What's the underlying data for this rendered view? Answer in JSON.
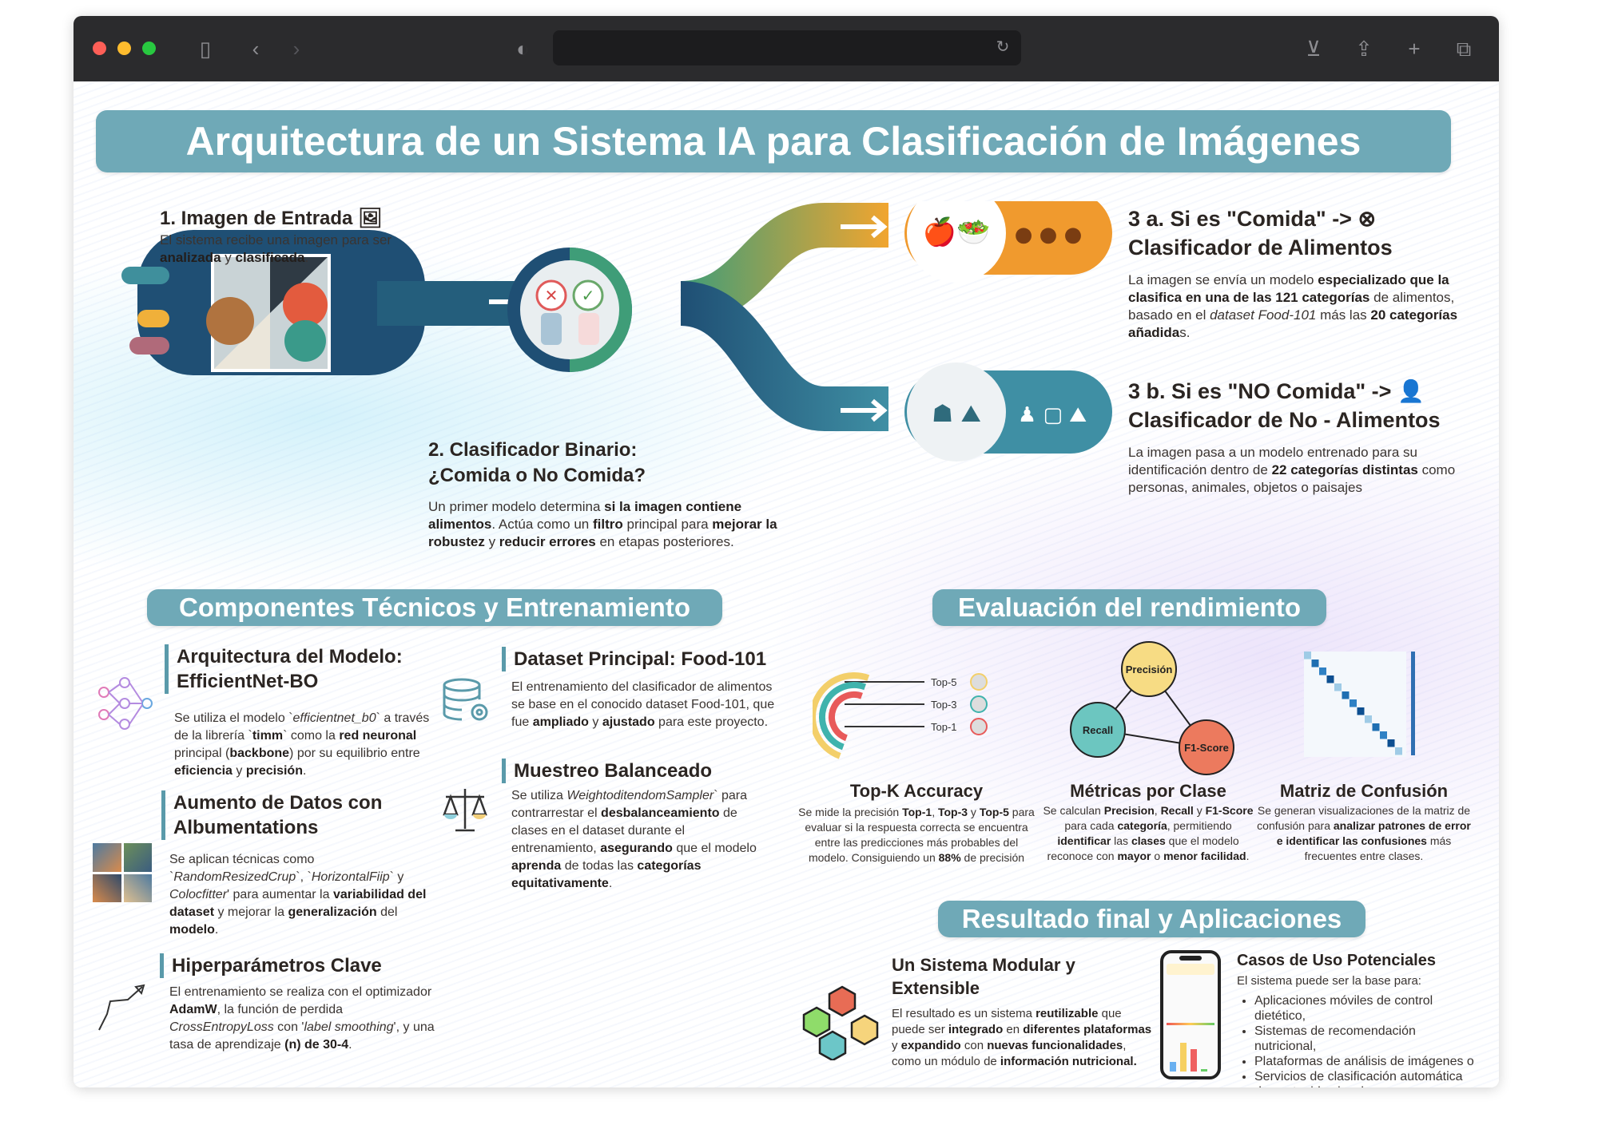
{
  "title": "Arquitectura de un Sistema IA para Clasificación de Imágenes",
  "browser": {
    "icons": [
      "sidebar-icon",
      "back-icon",
      "forward-icon",
      "shield-icon",
      "reload-icon",
      "download-icon",
      "share-icon",
      "new-tab-icon",
      "tabs-icon"
    ]
  },
  "step1": {
    "title": "1. Imagen de Entrada",
    "icon": "image-icon",
    "desc": [
      {
        "t": "El sistema recibe una imagen para ser "
      },
      {
        "t": "analizada",
        "b": 1
      },
      {
        "t": " y "
      },
      {
        "t": "clasificada",
        "b": 1
      },
      {
        "t": "."
      }
    ]
  },
  "step2": {
    "title1": "2. Clasificador Binario:",
    "title2": "¿Comida o No Comida?",
    "desc": [
      {
        "t": "Un primer modelo determina "
      },
      {
        "t": "si la imagen contiene alimentos",
        "b": 1
      },
      {
        "t": ". Actúa como un "
      },
      {
        "t": "filtro",
        "b": 1
      },
      {
        "t": " principal para "
      },
      {
        "t": "mejorar la robustez",
        "b": 1
      },
      {
        "t": " y "
      },
      {
        "t": "reducir errores",
        "b": 1
      },
      {
        "t": " en etapas posteriores."
      }
    ]
  },
  "step3a": {
    "title1": "3 a.  Si es \"Comida\" ->",
    "title2": "Clasificador de Alimentos",
    "icon": "utensils-icon",
    "desc": [
      {
        "t": "La imagen se envía un modelo "
      },
      {
        "t": "especializado que la clasifica en una de las 121 categorías",
        "b": 1
      },
      {
        "t": " de alimentos, basado en el "
      },
      {
        "t": "dataset Food-101",
        "i": 1
      },
      {
        "t": " más las "
      },
      {
        "t": "20 categorías añadida",
        "b": 1
      },
      {
        "t": "s."
      }
    ]
  },
  "step3b": {
    "title1": "3 b.  Si es \"NO Comida\" ->",
    "title2": "Clasificador de No - Alimentos",
    "icon": "user-icon",
    "desc": [
      {
        "t": "La imagen pasa a un modelo entrenado para su identificación dentro de "
      },
      {
        "t": "22 categorías distintas",
        "b": 1
      },
      {
        "t": " como personas, animales, objetos o paisajes"
      }
    ]
  },
  "components": {
    "banner": "Componentes Técnicos y Entrenamiento",
    "items": [
      {
        "title": "Arquitectura del Modelo: EfficientNet-BO",
        "icon": "neural-network-icon",
        "desc": [
          {
            "t": "Se utiliza el modelo `"
          },
          {
            "t": "efficientnet_b0",
            "i": 1
          },
          {
            "t": "` a través de la librería `"
          },
          {
            "t": "timm",
            "b": 1
          },
          {
            "t": "` como la "
          },
          {
            "t": "red neuronal",
            "b": 1
          },
          {
            "t": " principal ("
          },
          {
            "t": "backbone",
            "b": 1
          },
          {
            "t": ") por su equilibrio entre "
          },
          {
            "t": "eficiencia",
            "b": 1
          },
          {
            "t": " y "
          },
          {
            "t": "precisión",
            "b": 1
          },
          {
            "t": "."
          }
        ]
      },
      {
        "title": "Aumento de Datos con Albumentations",
        "icon": "augmented-images-icon",
        "desc": [
          {
            "t": "Se aplican técnicas como `"
          },
          {
            "t": "RandomResizedCrup",
            "i": 1
          },
          {
            "t": "`, `"
          },
          {
            "t": "HorizontalFiip",
            "i": 1
          },
          {
            "t": "` y "
          },
          {
            "t": "Colocfitter",
            "i": 1
          },
          {
            "t": "' para aumentar la "
          },
          {
            "t": "variabilidad del dataset",
            "b": 1
          },
          {
            "t": " y mejorar la "
          },
          {
            "t": "generalización",
            "b": 1
          },
          {
            "t": " del "
          },
          {
            "t": "modelo",
            "b": 1
          },
          {
            "t": "."
          }
        ]
      },
      {
        "title": "Hiperparámetros Clave",
        "icon": "trend-arrow-icon",
        "desc": [
          {
            "t": "El entrenamiento se realiza con el optimizador "
          },
          {
            "t": "AdamW",
            "b": 1
          },
          {
            "t": ", la función de perdida "
          },
          {
            "t": "CrossEntropyLoss",
            "i": 1
          },
          {
            "t": " con '"
          },
          {
            "t": "label smoothing",
            "i": 1
          },
          {
            "t": "', y una tasa de aprendizaje "
          },
          {
            "t": "(n) de 30-4",
            "b": 1
          },
          {
            "t": "."
          }
        ]
      },
      {
        "title": "Dataset Principal: Food-101",
        "icon": "database-gear-icon",
        "desc": [
          {
            "t": "El entrenamiento del clasificador de alimentos se base en el conocido dataset Food-101, que fue "
          },
          {
            "t": "ampliado",
            "b": 1
          },
          {
            "t": " y "
          },
          {
            "t": "ajustado",
            "b": 1
          },
          {
            "t": " para este proyecto."
          }
        ]
      },
      {
        "title": "Muestreo Balanceado",
        "icon": "balance-scale-icon",
        "desc": [
          {
            "t": "Se utiliza "
          },
          {
            "t": "WeightoditendomSampler",
            "i": 1
          },
          {
            "t": "` para contrarrestar el "
          },
          {
            "t": "desbalanceamiento",
            "b": 1
          },
          {
            "t": " de clases en el dataset durante el entrenamiento, "
          },
          {
            "t": "asegurando",
            "b": 1
          },
          {
            "t": " que el modelo "
          },
          {
            "t": "aprenda",
            "b": 1
          },
          {
            "t": " de todas las "
          },
          {
            "t": "categorías equitativamente",
            "b": 1
          },
          {
            "t": "."
          }
        ]
      }
    ]
  },
  "evaluation": {
    "banner": "Evaluación del rendimiento",
    "topk": {
      "title": "Top-K Accuracy",
      "labels": [
        "Top-5",
        "Top-3",
        "Top-1"
      ],
      "colors": [
        "#f3cf6a",
        "#3fb3ad",
        "#e85a5a"
      ],
      "desc": [
        {
          "t": "Se mide la precisión "
        },
        {
          "t": "Top-1",
          "b": 1
        },
        {
          "t": ", "
        },
        {
          "t": "Top-3",
          "b": 1
        },
        {
          "t": " y "
        },
        {
          "t": "Top-5",
          "b": 1
        },
        {
          "t": " para evaluar si la respuesta correcta se encuentra entre las predicciones más probables del modelo. Consiguiendo un "
        },
        {
          "t": "88%",
          "b": 1
        },
        {
          "t": " de precisión"
        }
      ]
    },
    "metrics": {
      "title": "Métricas por Clase",
      "nodes": [
        "Precisión",
        "Recall",
        "F1-Score"
      ],
      "colors": [
        "#f7dc84",
        "#6cc6c0",
        "#ec7a5e"
      ],
      "desc": [
        {
          "t": "Se calculan "
        },
        {
          "t": "Precision",
          "b": 1
        },
        {
          "t": ", "
        },
        {
          "t": "Recall",
          "b": 1
        },
        {
          "t": " y "
        },
        {
          "t": "F1-Score",
          "b": 1
        },
        {
          "t": " para cada "
        },
        {
          "t": "categoría",
          "b": 1
        },
        {
          "t": ", permitiendo "
        },
        {
          "t": "identificar",
          "b": 1
        },
        {
          "t": " las "
        },
        {
          "t": "clases",
          "b": 1
        },
        {
          "t": " que el modelo reconoce con "
        },
        {
          "t": "mayor",
          "b": 1
        },
        {
          "t": " o "
        },
        {
          "t": "menor facilidad",
          "b": 1
        },
        {
          "t": "."
        }
      ]
    },
    "confusion": {
      "title": "Matriz de Confusión",
      "desc": [
        {
          "t": "Se generan visualizaciones de la matriz de confusión para "
        },
        {
          "t": "analizar patrones de error e identificar las confusiones",
          "b": 1
        },
        {
          "t": " más frecuentes entre clases."
        }
      ]
    }
  },
  "results": {
    "banner": "Resultado final y Aplicaciones",
    "modular": {
      "title": "Un Sistema Modular y Extensible",
      "icon": "modular-cubes-icon",
      "desc": [
        {
          "t": "El resultado es un sistema "
        },
        {
          "t": "reutilizable",
          "b": 1
        },
        {
          "t": " que puede ser "
        },
        {
          "t": "integrado",
          "b": 1
        },
        {
          "t": " en "
        },
        {
          "t": "diferentes plataformas",
          "b": 1
        },
        {
          "t": " y "
        },
        {
          "t": "expandido",
          "b": 1
        },
        {
          "t": " con "
        },
        {
          "t": "nuevas funcionalidades",
          "b": 1
        },
        {
          "t": ", como un módulo de "
        },
        {
          "t": "información nutricional.",
          "b": 1
        }
      ]
    },
    "cases": {
      "title": "Casos de Uso Potenciales",
      "intro": "El sistema puede ser la base para:",
      "items": [
        "Aplicaciones móviles de control dietético,",
        "Sistemas de recomendación nutricional,",
        "Plataformas de análisis de imágenes o",
        "Servicios de clasificación automática de contenido visual."
      ]
    }
  },
  "colors": {
    "banner": "#6fa9b7",
    "pipeline_dark": "#1f4f74",
    "pipeline_green": "#3f9d78",
    "food_orange": "#f09a2e"
  }
}
